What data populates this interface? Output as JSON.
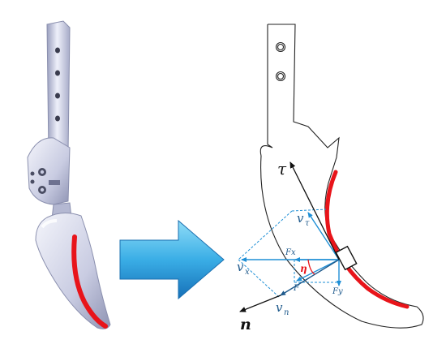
{
  "labels": {
    "tau": "τ",
    "n": "n",
    "v_tau": "v",
    "v_tau_sub": "τ",
    "v_x": "v",
    "v_x_sub": "x",
    "v_n": "v",
    "v_n_sub": "n",
    "fx": "Fx",
    "fy": "Fy",
    "f": "F",
    "eta": "η"
  },
  "colors": {
    "highlight_red": "#e8141a",
    "vector_blue": "#1e8fd6",
    "dark_blue": "#1f5a8c",
    "outline": "#222222",
    "arrow_fill_top": "#7fd3f3",
    "arrow_fill_bottom": "#1a7fc9",
    "metal_light": "#e6e8f4",
    "metal_mid": "#b8bcd6",
    "metal_dark": "#8a8fae"
  }
}
